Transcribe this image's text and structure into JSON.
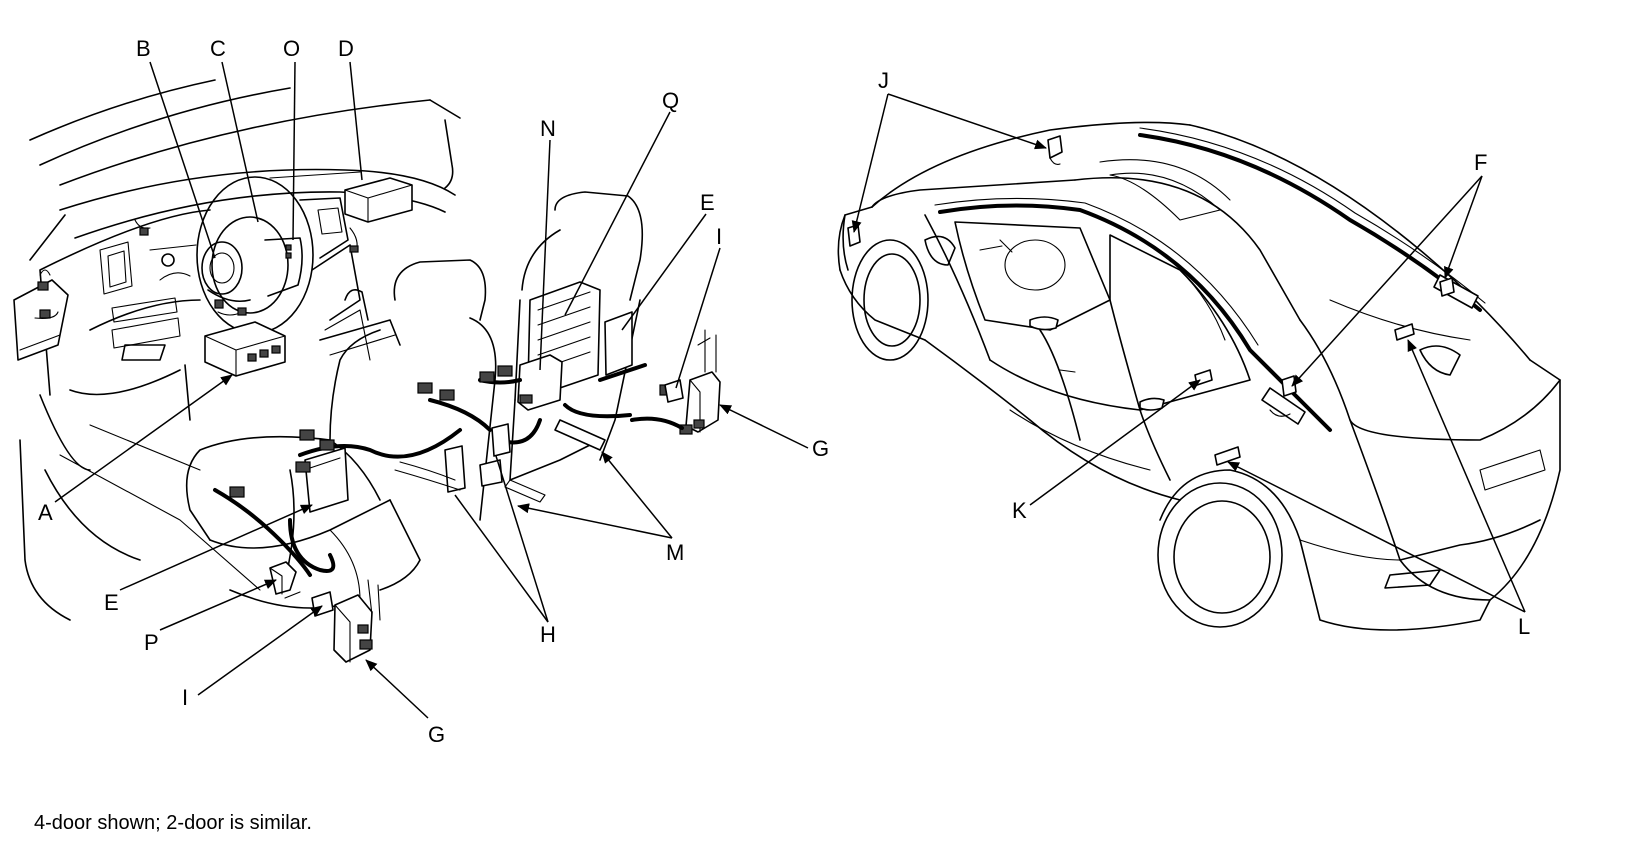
{
  "caption": "4-door shown; 2-door is similar.",
  "labels": {
    "A": "A",
    "B": "B",
    "C": "C",
    "D": "D",
    "E": "E",
    "F": "F",
    "G": "G",
    "H": "H",
    "I": "I",
    "J": "J",
    "K": "K",
    "L": "L",
    "M": "M",
    "N": "N",
    "O": "O",
    "P": "P",
    "Q": "Q"
  },
  "colors": {
    "line": "#000000",
    "background": "#ffffff"
  }
}
